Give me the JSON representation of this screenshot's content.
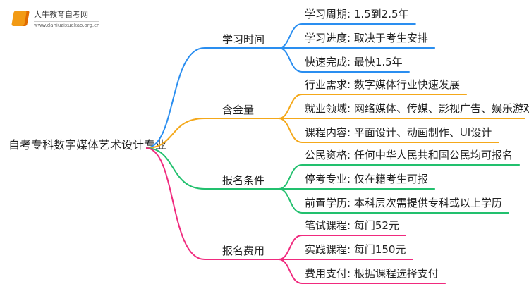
{
  "logo": {
    "name": "大牛教育自考网",
    "url": "www.daniuzixuekao.org.cn"
  },
  "root": "自考专科数字媒体艺术设计专业",
  "colors": {
    "blue": "#2a8ef0",
    "orange": "#f4a81a",
    "green": "#22c06e",
    "pink": "#f02a7e"
  },
  "branches": [
    {
      "label": "学习时间",
      "color": "#2a8ef0",
      "leaves": [
        "学习周期: 1.5到2.5年",
        "学习进度: 取决于考生安排",
        "快速完成: 最快1.5年"
      ]
    },
    {
      "label": "含金量",
      "color": "#f4a81a",
      "leaves": [
        "行业需求: 数字媒体行业快速发展",
        "就业领域: 网络媒体、传媒、影视广告、娱乐游戏",
        "课程内容: 平面设计、动画制作、UI设计"
      ]
    },
    {
      "label": "报名条件",
      "color": "#22c06e",
      "leaves": [
        "公民资格: 任何中华人民共和国公民均可报名",
        "停考专业: 仅在籍考生可报",
        "前置学历: 本科层次需提供专科或以上学历"
      ]
    },
    {
      "label": "报名费用",
      "color": "#f02a7e",
      "leaves": [
        "笔试课程: 每门52元",
        "实践课程: 每门150元",
        "费用支付: 根据课程选择支付"
      ]
    }
  ]
}
